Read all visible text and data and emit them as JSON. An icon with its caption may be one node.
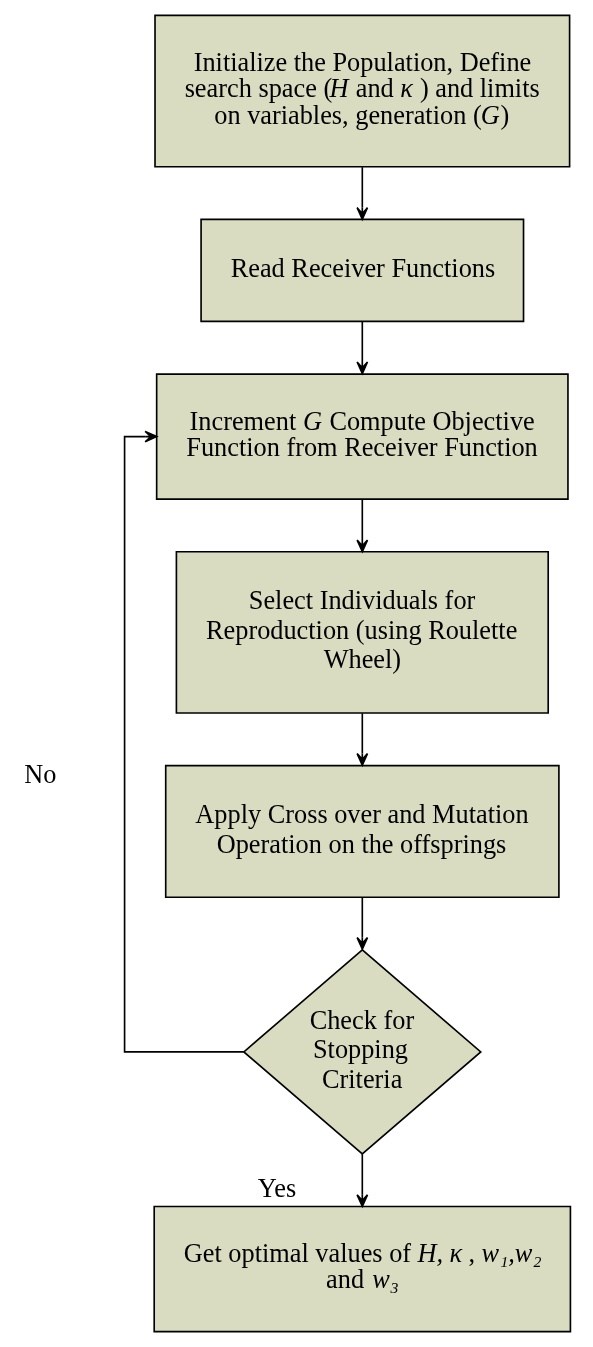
{
  "diagram": {
    "nodes": [
      {
        "text": [
          "Initialize the Population, Define search space (*H* and *κ* ) and limits on variables, generation (*G*)"
        ]
      },
      {
        "text": [
          "Read Receiver Functions"
        ]
      },
      {
        "text": [
          "Increment *G* Compute Objective Function from Receiver Function"
        ]
      },
      {
        "text": [
          "Select Individuals for Reproduction (using Roulette Wheel)"
        ]
      },
      {
        "text": [
          "Apply Cross over and Mutation Operation on the offsprings"
        ]
      },
      {
        "text": [
          "Check for Stopping Criteria"
        ]
      },
      {
        "text": [
          "Get optimal values of *H, κ* , *w₁,w₂* and *w₃*"
        ]
      }
    ],
    "edges": [
      {
        "from": 0,
        "to": 1,
        "arrow": "to"
      },
      {
        "from": 1,
        "to": 2,
        "arrow": "to"
      },
      {
        "from": 2,
        "to": 3,
        "arrow": "to"
      },
      {
        "from": 3,
        "to": 4,
        "arrow": "to"
      },
      {
        "from": 4,
        "to": 5,
        "arrow": "to"
      },
      {
        "from": 5,
        "to": 2,
        "label": "No",
        "arrow": "to"
      },
      {
        "from": 5,
        "to": 6,
        "label": "Yes",
        "arrow": "to"
      }
    ]
  }
}
